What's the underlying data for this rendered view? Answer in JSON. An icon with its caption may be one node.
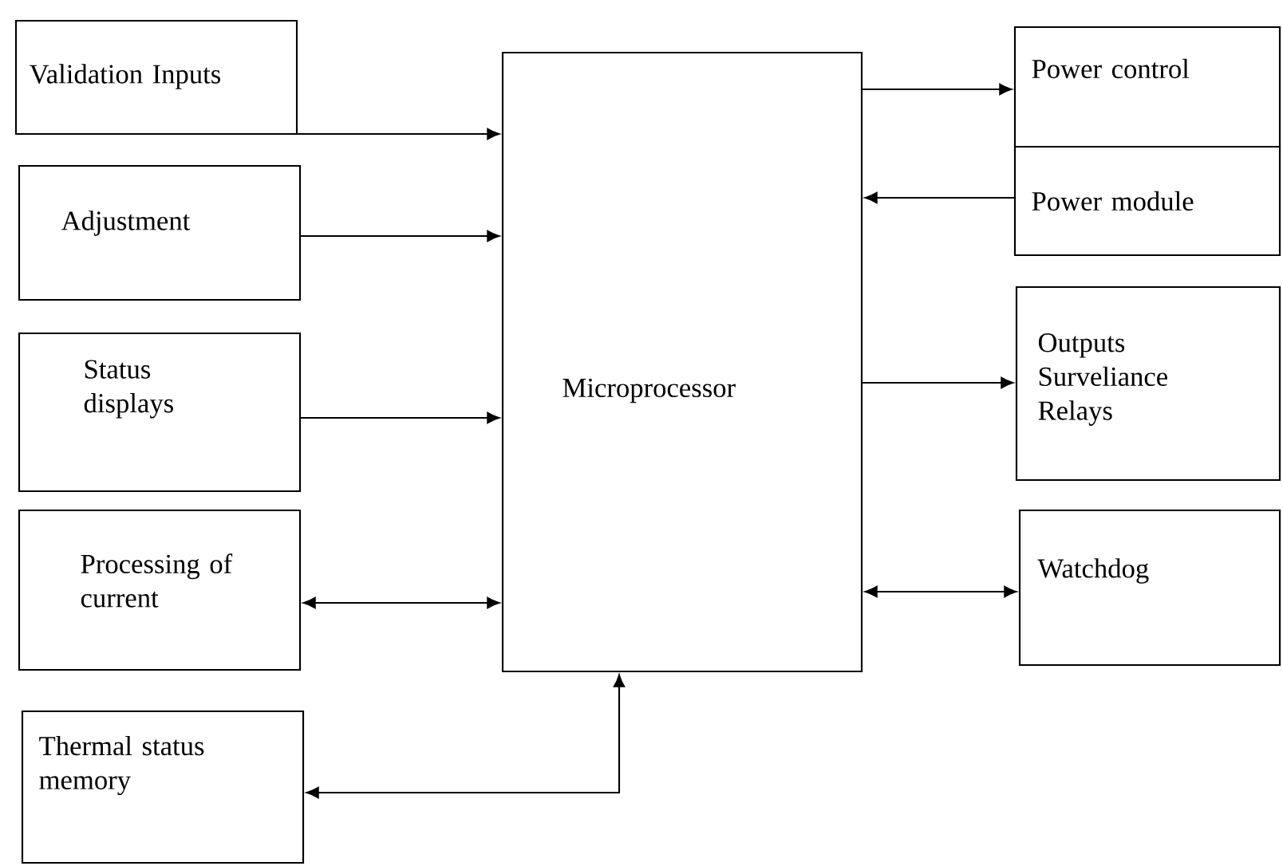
{
  "diagram": {
    "nodes": [
      {
        "text": [
          "Validation Inputs"
        ]
      },
      {
        "text": [
          "Adjustment"
        ]
      },
      {
        "text": [
          "Status displays"
        ]
      },
      {
        "text": [
          "Processing of current"
        ]
      },
      {
        "text": [
          "Thermal status memory"
        ]
      },
      {
        "text": [
          "Microprocessor"
        ]
      },
      {
        "text": [
          "Power control"
        ]
      },
      {
        "text": [
          "Power module"
        ]
      },
      {
        "text": [
          "Outputs Surveliance Relays"
        ]
      },
      {
        "text": [
          "Watchdog"
        ]
      }
    ],
    "edges": [
      {
        "from": 0,
        "to": 5,
        "arrow": "to"
      },
      {
        "from": 1,
        "to": 5,
        "arrow": "to"
      },
      {
        "from": 2,
        "to": 5,
        "arrow": "to"
      },
      {
        "from": 3,
        "to": 5,
        "arrow": "both"
      },
      {
        "from": 5,
        "to": 4,
        "arrow": "both"
      },
      {
        "from": 5,
        "to": 6,
        "arrow": "to"
      },
      {
        "from": 7,
        "to": 5,
        "arrow": "to"
      },
      {
        "from": 5,
        "to": 8,
        "arrow": "to"
      },
      {
        "from": 5,
        "to": 9,
        "arrow": "both"
      }
    ]
  }
}
